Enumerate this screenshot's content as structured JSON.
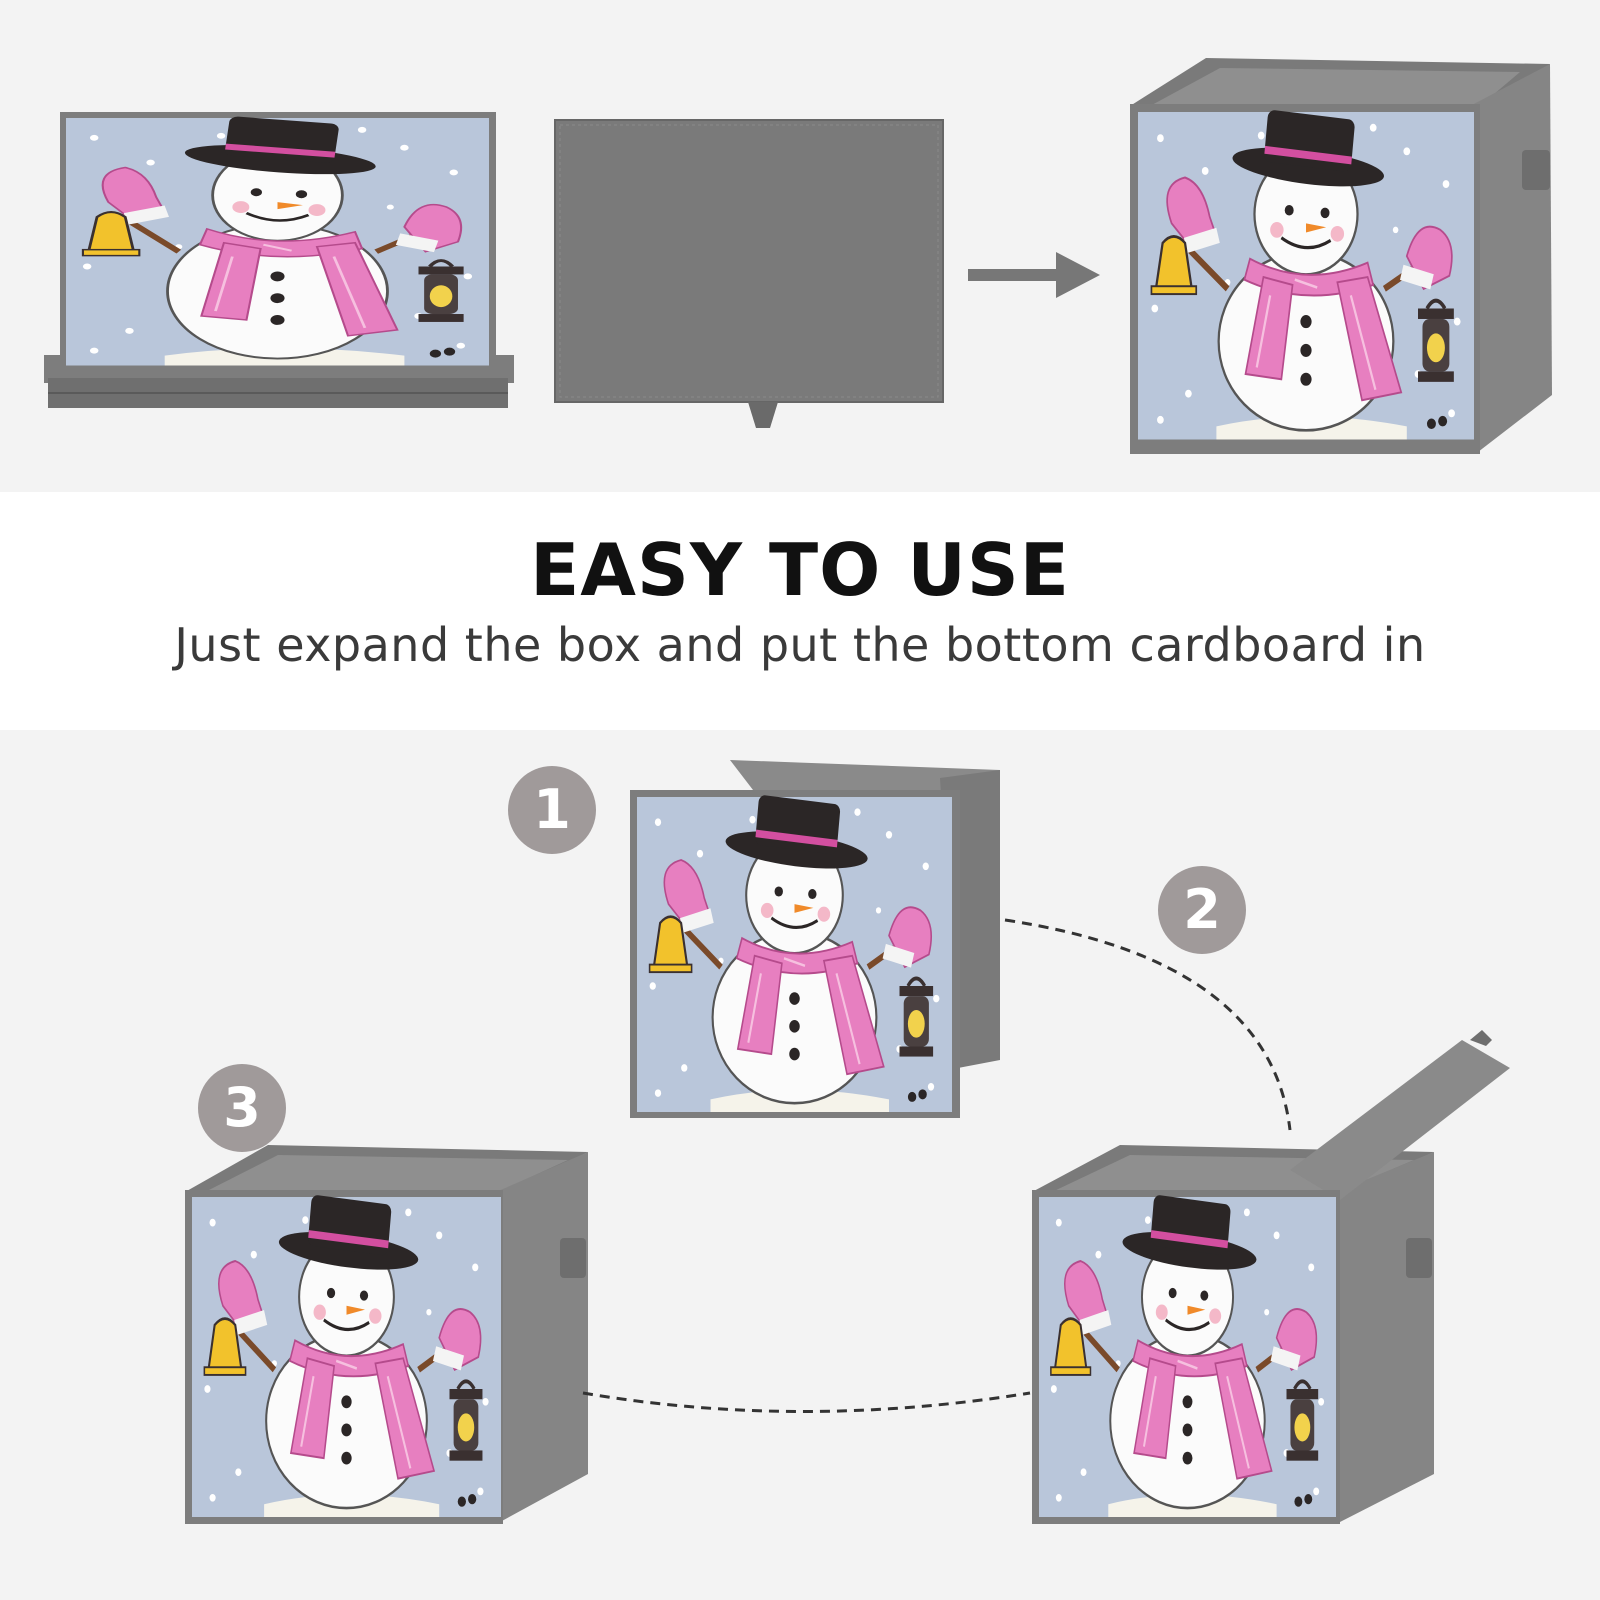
{
  "heading": "EASY TO USE",
  "subheading": "Just expand the box and put the bottom cardboard in",
  "steps": [
    {
      "number": "1"
    },
    {
      "number": "2"
    },
    {
      "number": "3"
    }
  ],
  "colors": {
    "fabric_gray": "#7a7a7a",
    "print_background": "#b9c6da",
    "scarf_pink": "#e77fc0",
    "hat_black": "#2b2626",
    "badge_gray": "#a09a9a"
  },
  "icons": [
    "snowman-print",
    "bell-icon",
    "lantern-icon",
    "arrow-right-icon",
    "dashed-path"
  ]
}
